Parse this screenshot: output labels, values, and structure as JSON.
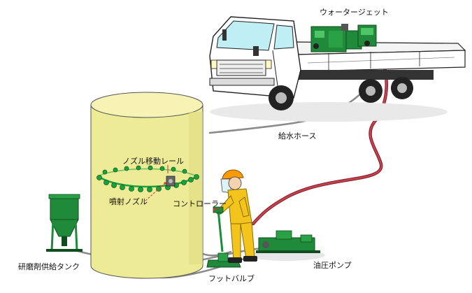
{
  "labels": {
    "water_jet": "ウォータージェット",
    "water_hose": "給水ホース",
    "nozzle_rail": "ノズル移動レール",
    "spray_nozzle": "噴射ノズル",
    "controller": "コントローラー",
    "abrasive_tank": "研磨剤供給タンク",
    "foot_valve": "フットバルブ",
    "hydraulic_pump": "油圧ポンプ"
  },
  "colors": {
    "tank_fill": "#eeeb96",
    "equipment_green": "#1f8a3a",
    "rail_nozzle_green": "#1aa23c",
    "hose_red": "#b0303a",
    "hose_gray": "#888888",
    "worker_suit": "#f2c41c",
    "helmet": "#ff9a00"
  }
}
